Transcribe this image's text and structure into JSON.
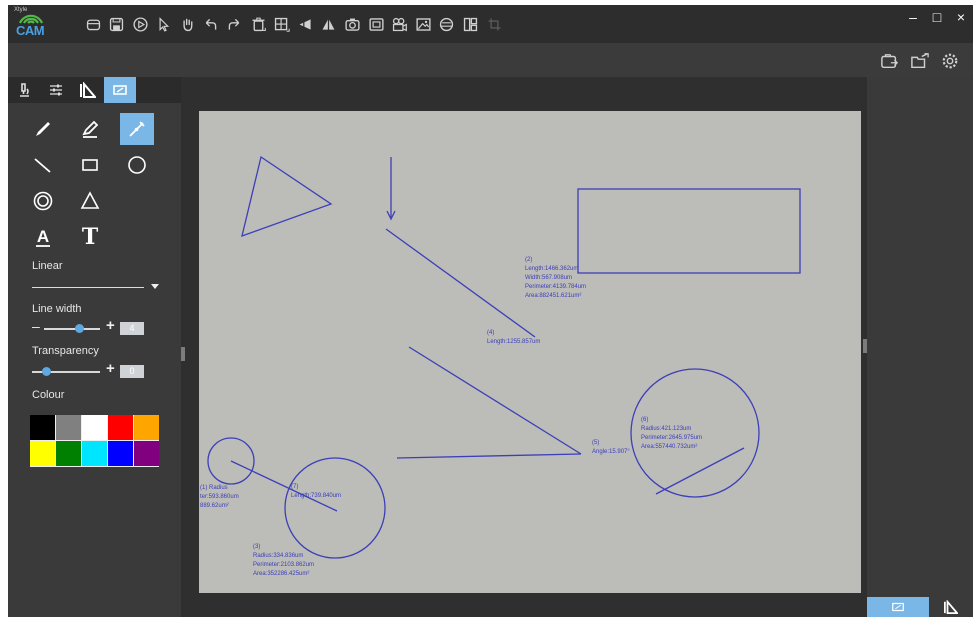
{
  "app": {
    "brand": "Xtyle",
    "logo_text": "CAM"
  },
  "toolbar": {
    "icons": [
      "new-window-icon",
      "save-icon",
      "play-icon",
      "pointer-icon",
      "hand-pan-icon",
      "undo-icon",
      "redo-icon",
      "delete-icon",
      "grid-icon",
      "mirror-left-icon",
      "mirror-up-icon",
      "camera-icon",
      "snapshot-icon",
      "video-record-icon",
      "image-view-icon",
      "layers-icon",
      "layout-icon",
      "crop-icon"
    ],
    "window_controls": [
      "–",
      "□",
      "×"
    ]
  },
  "right_top_icons": [
    "open-folder-icon",
    "add-folder-icon",
    "settings-gear-icon"
  ],
  "left_tabs": [
    "microscope-icon",
    "adjust-sliders-icon",
    "ruler-triangle-icon",
    "measure-draw-icon"
  ],
  "draw_tools": [
    "pen-icon",
    "marker-icon",
    "brush-icon",
    "line-icon",
    "rectangle-icon",
    "circle-icon",
    "concentric-circle-icon",
    "triangle-icon",
    "text-underline-icon",
    "text-icon"
  ],
  "draw_tools_text": {
    "text_tool": "T",
    "underline_text": "A"
  },
  "panel": {
    "linear_label": "Linear",
    "line_width_label": "Line width",
    "line_width_value": "4",
    "line_width_level": 0.62,
    "transparency_label": "Transparency",
    "transparency_value": "0",
    "transparency_level": 0.2,
    "colour_label": "Colour",
    "colours": [
      "#000000",
      "#808080",
      "#ffffff",
      "#ff0000",
      "#ffa500",
      "#ffff00",
      "#008000",
      "#00e5ff",
      "#0000ff",
      "#800080"
    ]
  },
  "measurements": {
    "m1_id": "(4)",
    "m1_length": "Length:1255.857um",
    "rect_id": "(2)",
    "rect_length": "Length:1466.362um",
    "rect_width": "Width:567.908um",
    "rect_perimeter": "Perimeter:4139.784um",
    "rect_area": "Area:882451.621um²",
    "angle_id": "(5)",
    "angle_value": "Angle:15.907°",
    "circle_big_id": "(6)",
    "circle_big_radius": "Radius:421.123um",
    "circle_big_perimeter": "Perimeter:2645.975um",
    "circle_big_area": "Area:557440.732um²",
    "circle_small_id": "(7)",
    "circle_small_length": "Length:739.840um",
    "left_a": "(1) Radius",
    "left_b": "ter:593.860um",
    "left_c": "889.62um²",
    "circle_mid_id": "(3)",
    "circle_mid_radius": "Radius:334.836um",
    "circle_mid_perimeter": "Perimeter:2103.862um",
    "circle_mid_area": "Area:352286.425um²"
  },
  "colors": {
    "accent": "#7ab6e6",
    "drawing": "#3c3fb8",
    "canvas_bg": "#bcbcb8"
  }
}
